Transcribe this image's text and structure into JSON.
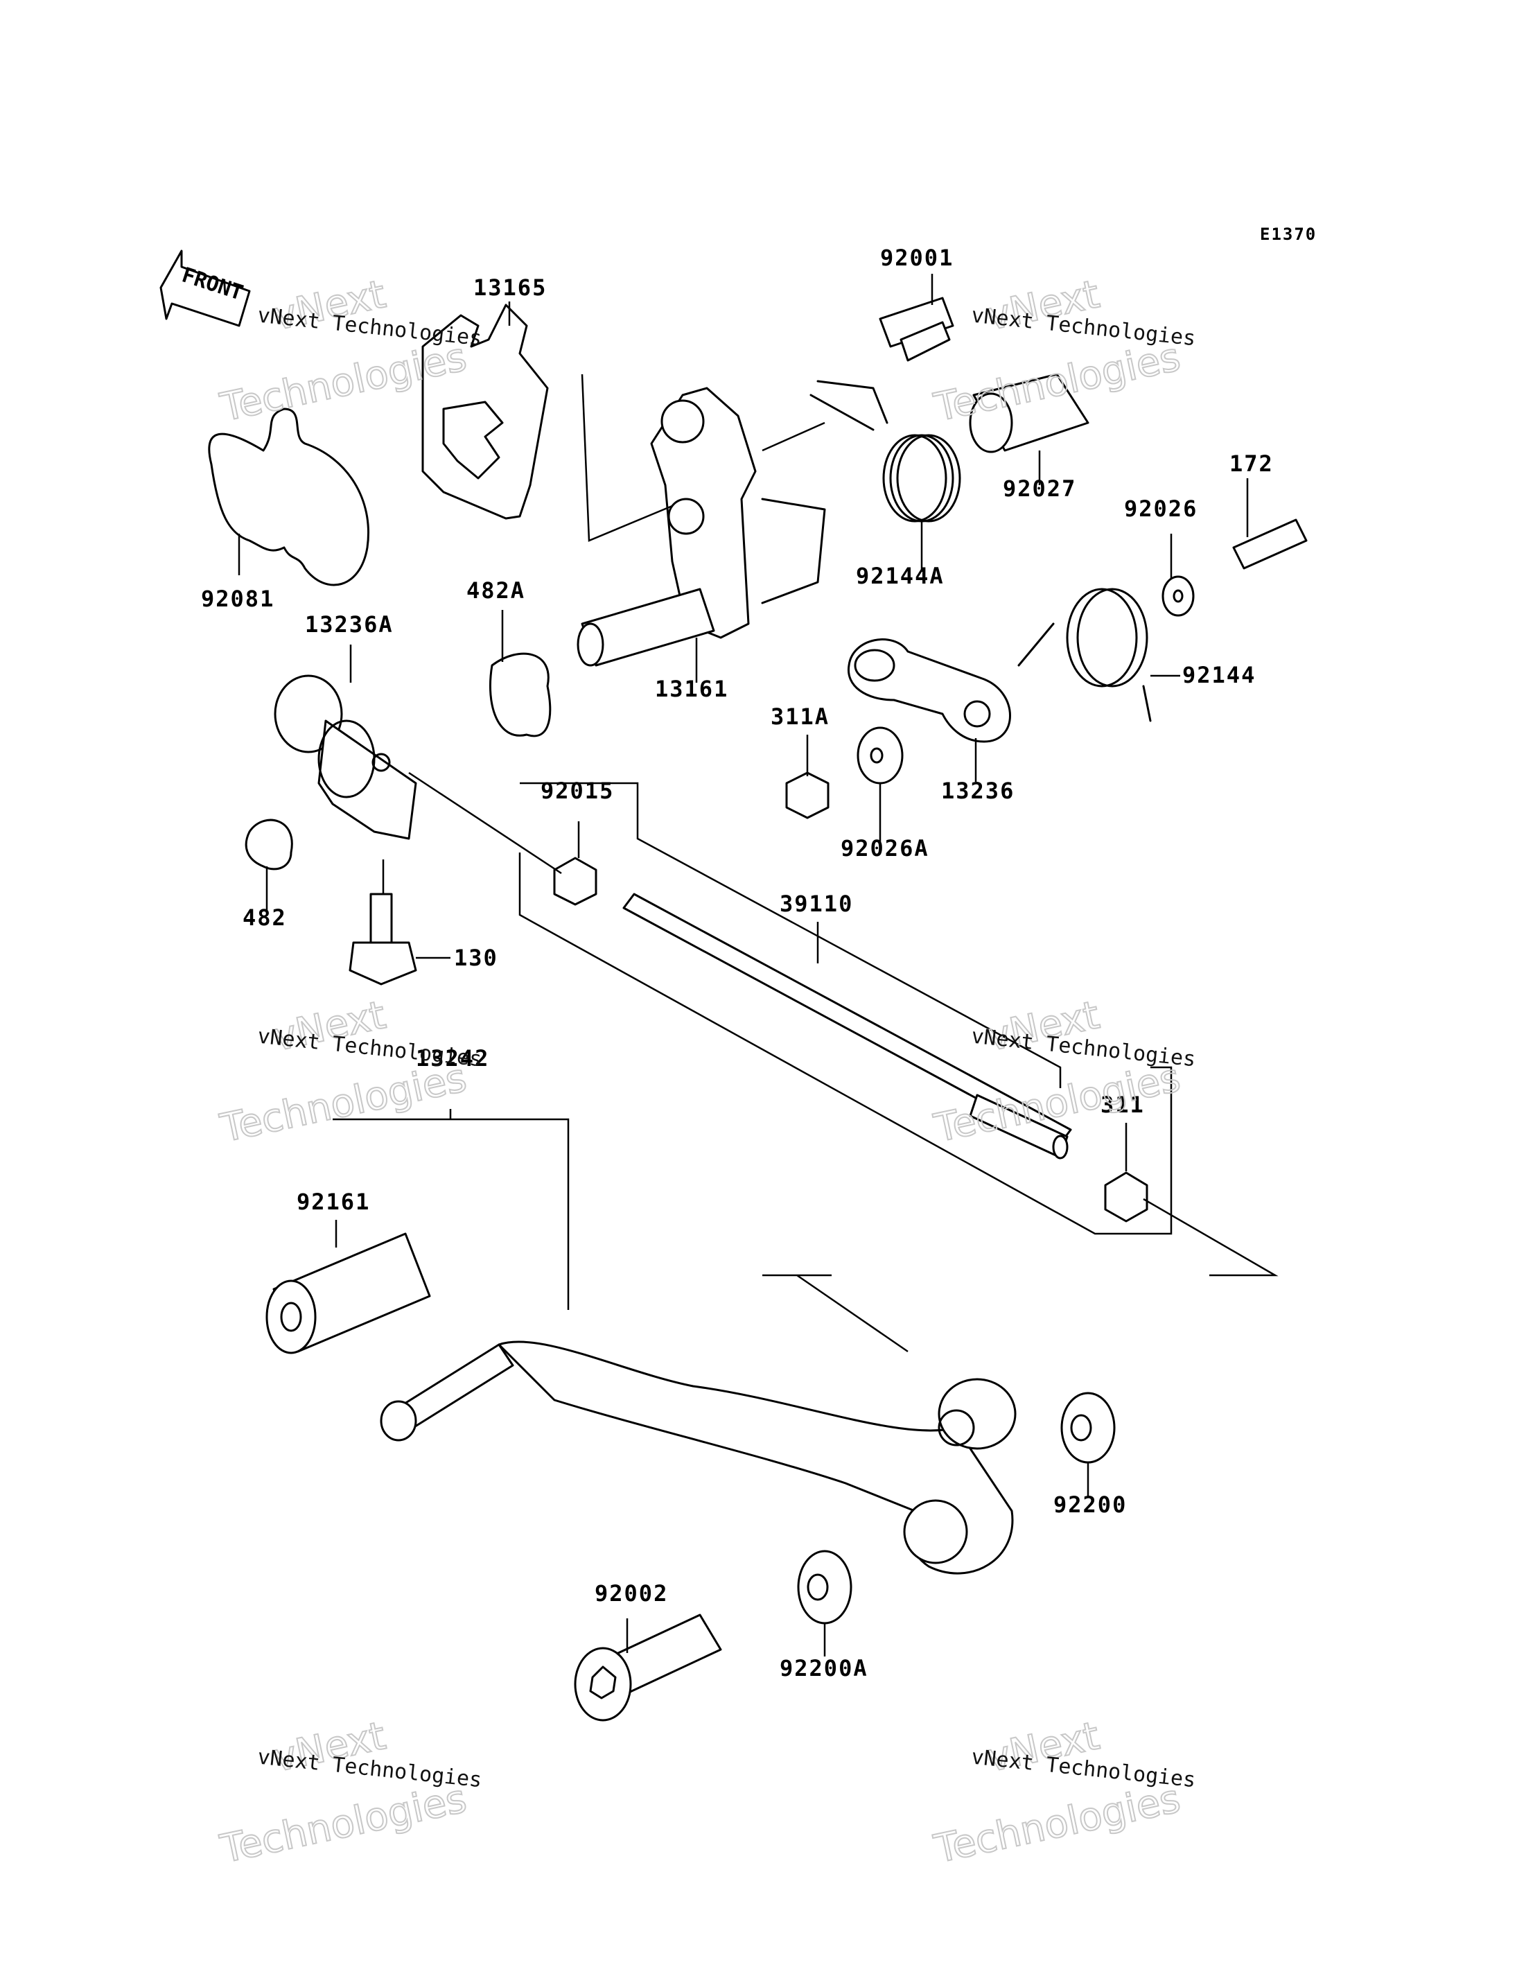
{
  "diagram_code": "E1370",
  "front_label": "FRONT",
  "watermark": {
    "line1": "vNext Technologies",
    "line2a": "vNext",
    "line2b": "Technologies"
  },
  "parts": [
    {
      "id": "p-13165",
      "label": "13165"
    },
    {
      "id": "p-92001",
      "label": "92001"
    },
    {
      "id": "p-92027",
      "label": "92027"
    },
    {
      "id": "p-172",
      "label": "172"
    },
    {
      "id": "p-92026",
      "label": "92026"
    },
    {
      "id": "p-92081",
      "label": "92081"
    },
    {
      "id": "p-92144A",
      "label": "92144A"
    },
    {
      "id": "p-13236A",
      "label": "13236A"
    },
    {
      "id": "p-482A",
      "label": "482A"
    },
    {
      "id": "p-13161",
      "label": "13161"
    },
    {
      "id": "p-92144",
      "label": "92144"
    },
    {
      "id": "p-311A",
      "label": "311A"
    },
    {
      "id": "p-13236",
      "label": "13236"
    },
    {
      "id": "p-92015",
      "label": "92015"
    },
    {
      "id": "p-92026A",
      "label": "92026A"
    },
    {
      "id": "p-482",
      "label": "482"
    },
    {
      "id": "p-39110",
      "label": "39110"
    },
    {
      "id": "p-130",
      "label": "130"
    },
    {
      "id": "p-13242",
      "label": "13242"
    },
    {
      "id": "p-311",
      "label": "311"
    },
    {
      "id": "p-92161",
      "label": "92161"
    },
    {
      "id": "p-92200",
      "label": "92200"
    },
    {
      "id": "p-92002",
      "label": "92002"
    },
    {
      "id": "p-92200A",
      "label": "92200A"
    }
  ]
}
